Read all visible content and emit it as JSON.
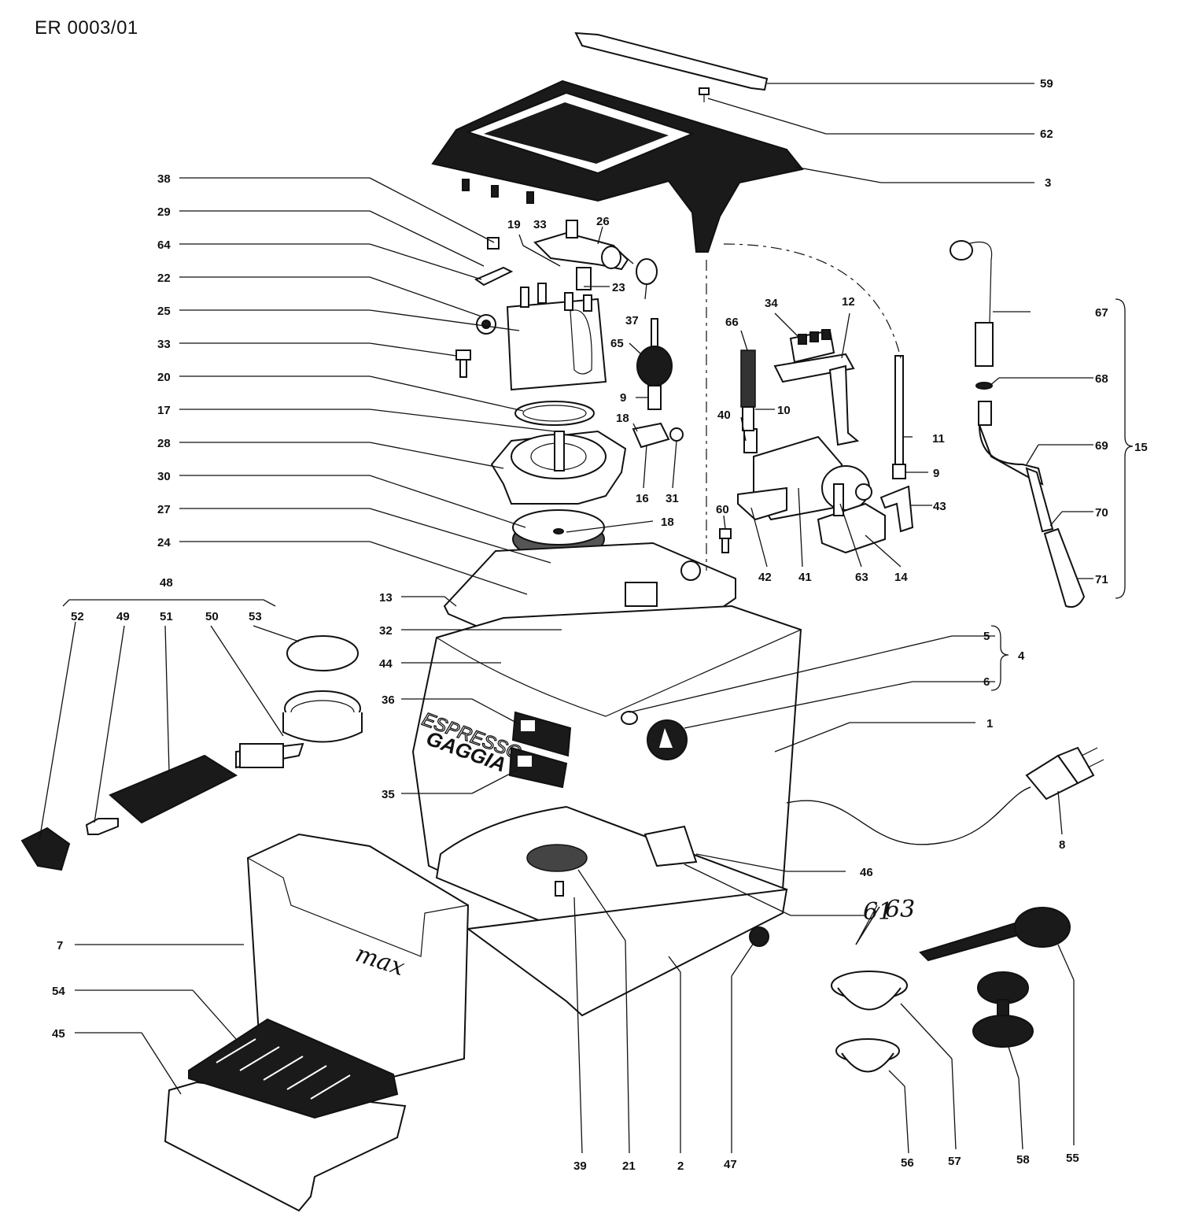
{
  "document_code": "ER 0003/01",
  "brand_text": [
    "ESPRESSO",
    "GAGGIA"
  ],
  "tank_mark": "max",
  "handwritten_note": {
    "struck": "61",
    "replacement": "63"
  },
  "labels": {
    "p1": "1",
    "p2": "2",
    "p3": "3",
    "p4": "4",
    "p5": "5",
    "p6": "6",
    "p7": "7",
    "p8": "8",
    "p9a": "9",
    "p9b": "9",
    "p10": "10",
    "p11": "11",
    "p12": "12",
    "p13": "13",
    "p14": "14",
    "p15": "15",
    "p16": "16",
    "p17": "17",
    "p18a": "18",
    "p18b": "18",
    "p19": "19",
    "p20": "20",
    "p21": "21",
    "p22": "22",
    "p23": "23",
    "p24": "24",
    "p25": "25",
    "p26": "26",
    "p27": "27",
    "p28": "28",
    "p29": "29",
    "p30": "30",
    "p31": "31",
    "p32": "32",
    "p33a": "33",
    "p33b": "33",
    "p34": "34",
    "p35": "35",
    "p36": "36",
    "p37": "37",
    "p38": "38",
    "p39": "39",
    "p40": "40",
    "p41": "41",
    "p42": "42",
    "p43": "43",
    "p44": "44",
    "p45": "45",
    "p46": "46",
    "p47": "47",
    "p48": "48",
    "p49": "49",
    "p50": "50",
    "p51": "51",
    "p52": "52",
    "p53": "53",
    "p54": "54",
    "p55": "55",
    "p56": "56",
    "p57": "57",
    "p58": "58",
    "p59": "59",
    "p60": "60",
    "p62": "62",
    "p63": "63",
    "p64": "64",
    "p65": "65",
    "p66": "66",
    "p67": "67",
    "p68": "68",
    "p69": "69",
    "p70": "70",
    "p71": "71"
  }
}
